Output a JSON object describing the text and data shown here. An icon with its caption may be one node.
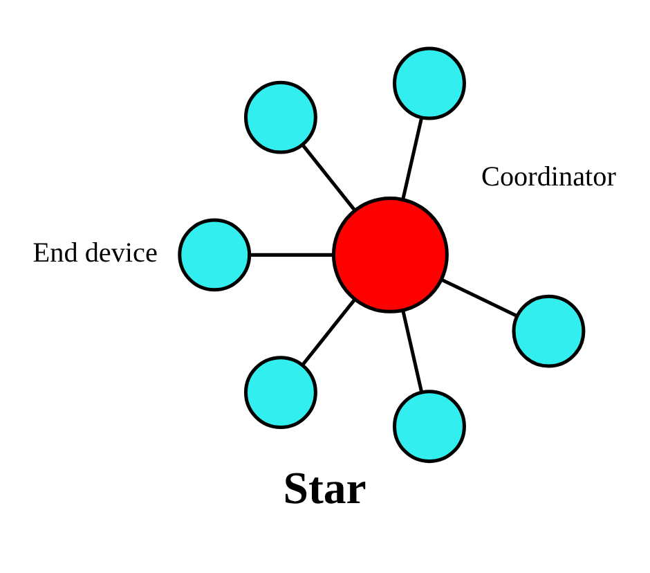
{
  "diagram": {
    "caption": "Star",
    "nodes": [
      {
        "text": [],
        "shape": "circle",
        "beside": [
          "Coordinator"
        ]
      },
      {
        "text": [],
        "shape": "circle"
      },
      {
        "text": [],
        "shape": "circle"
      },
      {
        "text": [],
        "shape": "circle",
        "beside": [
          "End device"
        ]
      },
      {
        "text": [],
        "shape": "circle"
      },
      {
        "text": [],
        "shape": "circle"
      },
      {
        "text": [],
        "shape": "circle"
      }
    ],
    "edges": [
      {
        "from": 0,
        "to": 1,
        "arrow": "none"
      },
      {
        "from": 0,
        "to": 2,
        "arrow": "none"
      },
      {
        "from": 0,
        "to": 3,
        "arrow": "none"
      },
      {
        "from": 0,
        "to": 4,
        "arrow": "none"
      },
      {
        "from": 0,
        "to": 5,
        "arrow": "none"
      },
      {
        "from": 0,
        "to": 6,
        "arrow": "none"
      }
    ]
  }
}
